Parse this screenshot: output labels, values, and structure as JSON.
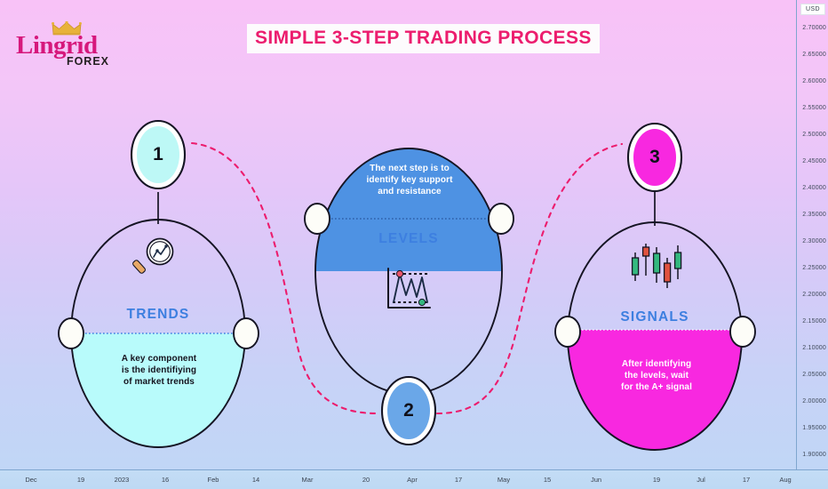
{
  "brand": {
    "name": "Lingrid",
    "sub": "FOREX",
    "crown_icon": "crown-icon",
    "color": "#d6187c"
  },
  "title": {
    "text": "SIMPLE  3-STEP TRADING PROCESS",
    "color": "#ec1d6e"
  },
  "steps": [
    {
      "number": "1",
      "label": "TRENDS",
      "body": "A key component is the identifiying of market trends",
      "body_line1": "A key component",
      "body_line2": "is the identifiying",
      "body_line3": "of market trends",
      "icon": "magnifier-trend-icon",
      "fill": "#b8fbfb",
      "badge_fill": "#bdf8f6",
      "fill_half": "bottom",
      "text_color": "#15131e"
    },
    {
      "number": "2",
      "label": "LEVELS",
      "body": "The next step is to identify key support and resistance",
      "body_line1": "The next step is to",
      "body_line2": "identify key support",
      "body_line3": "and resistance",
      "icon": "support-resistance-chart-icon",
      "fill": "#4e92e3",
      "badge_fill": "#6aa7e8",
      "fill_half": "top",
      "text_color": "#ffffff"
    },
    {
      "number": "3",
      "label": "SIGNALS",
      "body": "After identifying the levels, wait for the A+ signal",
      "body_line1": "After identifying",
      "body_line2": "the levels, wait",
      "body_line3": "for the A+ signal",
      "icon": "candlestick-icon",
      "fill": "#f828e0",
      "badge_fill": "#f828e0",
      "fill_half": "bottom",
      "text_color": "#ffffff"
    }
  ],
  "chart_data": {
    "type": "line",
    "title": "",
    "currency_badge": "USD",
    "ylabel": "",
    "xlabel": "",
    "ylim": [
      1.9,
      2.7
    ],
    "y_ticks": [
      "2.70000",
      "2.65000",
      "2.60000",
      "2.55000",
      "2.50000",
      "2.45000",
      "2.40000",
      "2.35000",
      "2.30000",
      "2.25000",
      "2.20000",
      "2.15000",
      "2.10000",
      "2.05000",
      "2.00000",
      "1.95000",
      "1.90000"
    ],
    "x_ticks": [
      "Dec",
      "19",
      "2023",
      "16",
      "Feb",
      "14",
      "Mar",
      "20",
      "Apr",
      "17",
      "May",
      "15",
      "Jun",
      "19",
      "Jul",
      "17",
      "Aug"
    ],
    "grid": false,
    "legend": "none",
    "axis_color": "#7fa6cf"
  },
  "colors": {
    "bg_top": "#f8c2f7",
    "bg_bottom": "#bfd7f6",
    "connector": "#ec1d6e",
    "label_blue": "#3d7fe0",
    "outline": "#151423"
  }
}
